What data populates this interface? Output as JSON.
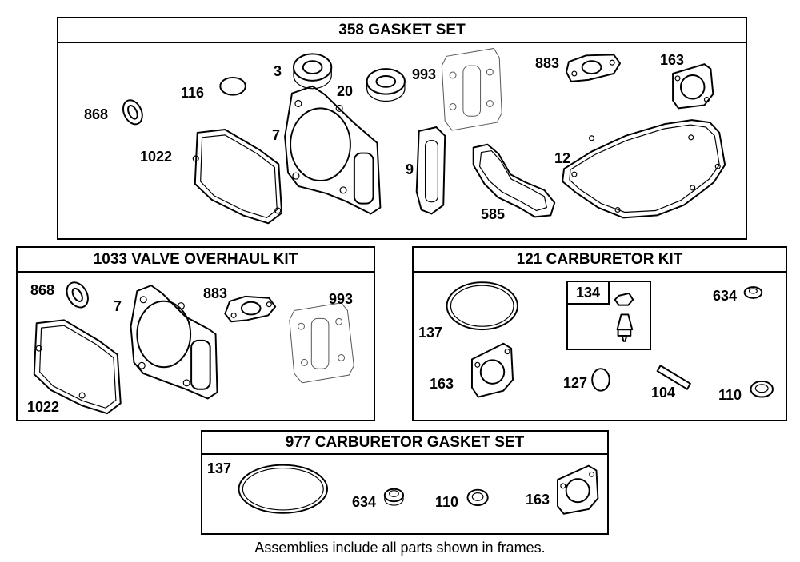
{
  "kits": {
    "gasket_set": {
      "title": "358 GASKET SET",
      "parts": {
        "p868": "868",
        "p116": "116",
        "p3": "3",
        "p20": "20",
        "p993": "993",
        "p883": "883",
        "p163": "163",
        "p7": "7",
        "p1022": "1022",
        "p9": "9",
        "p12": "12",
        "p585": "585"
      }
    },
    "valve_overhaul_kit": {
      "title": "1033 VALVE OVERHAUL KIT",
      "parts": {
        "p868": "868",
        "p7": "7",
        "p883": "883",
        "p993": "993",
        "p1022": "1022"
      }
    },
    "carburetor_kit": {
      "title": "121 CARBURETOR KIT",
      "subkit_label": "134",
      "parts": {
        "p137": "137",
        "p634": "634",
        "p163": "163",
        "p127": "127",
        "p104": "104",
        "p110": "110"
      }
    },
    "carburetor_gasket_set": {
      "title": "977 CARBURETOR  GASKET SET",
      "parts": {
        "p137": "137",
        "p634": "634",
        "p110": "110",
        "p163": "163"
      }
    }
  },
  "footnote": "Assemblies include all parts shown in frames."
}
